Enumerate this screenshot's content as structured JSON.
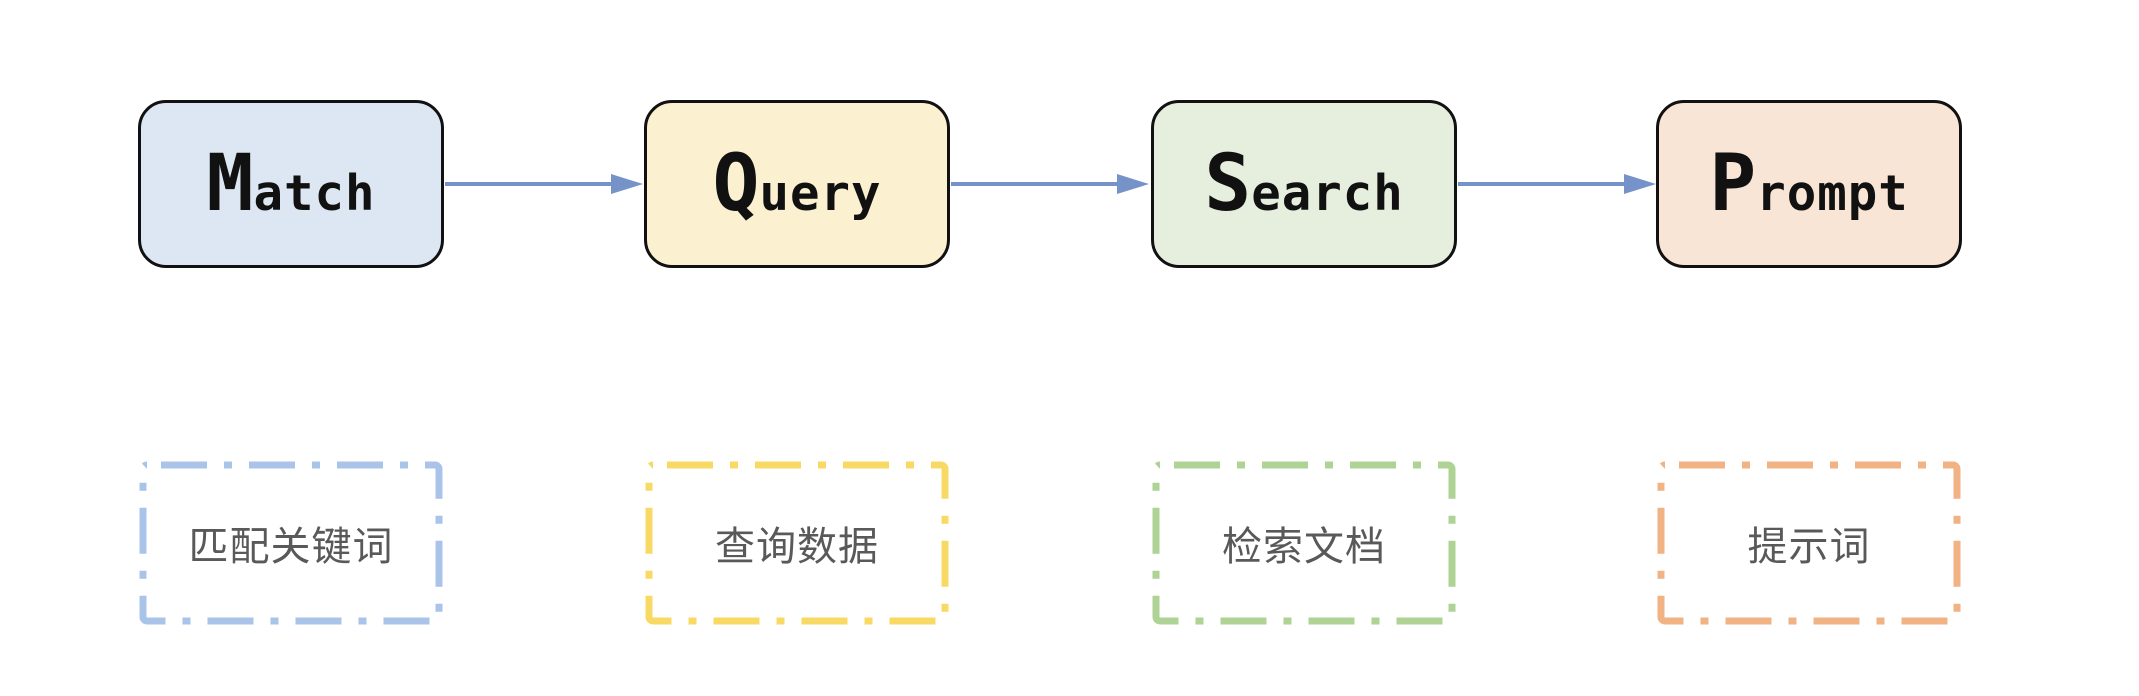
{
  "colors": {
    "arrow": "#7592c9",
    "box_border": "#111111",
    "label_text": "#111111",
    "caption_text": "#595959",
    "background": "#ffffff"
  },
  "steps": [
    {
      "id": "match",
      "label": "Match",
      "initial": "M",
      "rest": "atch",
      "caption": "匹配关键词",
      "box_fill": "#dde7f3",
      "dash_color": "#a9c4e8"
    },
    {
      "id": "query",
      "label": "Query",
      "initial": "Q",
      "rest": "uery",
      "caption": "查询数据",
      "box_fill": "#fbf0d0",
      "dash_color": "#f8d964"
    },
    {
      "id": "search",
      "label": "Search",
      "initial": "S",
      "rest": "earch",
      "caption": "检索文档",
      "box_fill": "#e6efde",
      "dash_color": "#aed395"
    },
    {
      "id": "prompt",
      "label": "Prompt",
      "initial": "P",
      "rest": "rompt",
      "caption": "提示词",
      "box_fill": "#f9e5d6",
      "dash_color": "#f1b284"
    }
  ],
  "arrows": [
    {
      "from": "Match",
      "to": "Query"
    },
    {
      "from": "Query",
      "to": "Search"
    },
    {
      "from": "Search",
      "to": "Prompt"
    }
  ]
}
